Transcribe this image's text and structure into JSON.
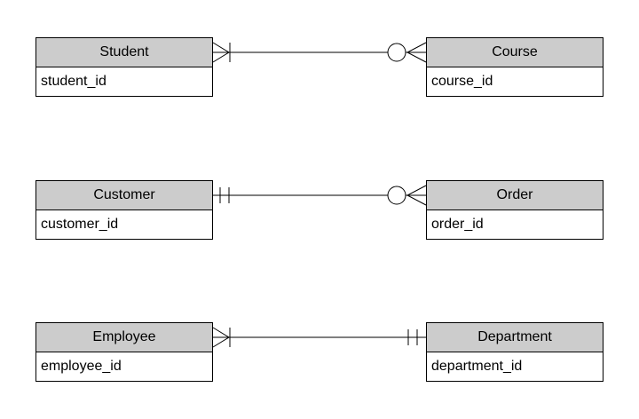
{
  "diagram": {
    "type": "entity-relationship-diagram",
    "colors": {
      "background": "#ffffff",
      "entity_header_fill": "#cccccc",
      "entity_body_fill": "#ffffff",
      "border": "#000000",
      "text": "#000000"
    },
    "entities": [
      {
        "name": "Student",
        "attributes": [
          "student_id"
        ]
      },
      {
        "name": "Course",
        "attributes": [
          "course_id"
        ]
      },
      {
        "name": "Customer",
        "attributes": [
          "customer_id"
        ]
      },
      {
        "name": "Order",
        "attributes": [
          "order_id"
        ]
      },
      {
        "name": "Employee",
        "attributes": [
          "employee_id"
        ]
      },
      {
        "name": "Department",
        "attributes": [
          "department_id"
        ]
      }
    ],
    "relationships": [
      {
        "from": "Student",
        "to": "Course",
        "from_cardinality": "one-or-many (crow's foot with bar)",
        "to_cardinality": "zero-or-many (circle with crow's foot)"
      },
      {
        "from": "Customer",
        "to": "Order",
        "from_cardinality": "exactly-one (double bar)",
        "to_cardinality": "zero-or-many (circle with crow's foot)"
      },
      {
        "from": "Employee",
        "to": "Department",
        "from_cardinality": "one-or-many (crow's foot with bar)",
        "to_cardinality": "exactly-one (double bar)"
      }
    ]
  }
}
